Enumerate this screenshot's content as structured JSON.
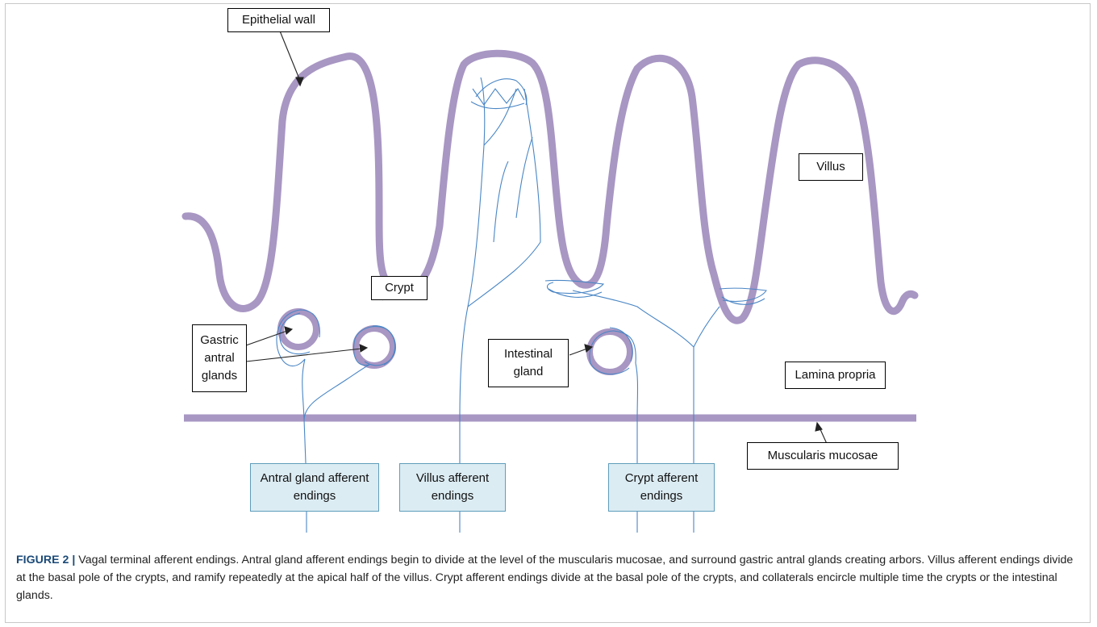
{
  "diagram": {
    "labels": {
      "epithelial_wall": "Epithelial wall",
      "villus": "Villus",
      "crypt": "Crypt",
      "gastric_antral_glands": "Gastric antral glands",
      "intestinal_gland": "Intestinal gland",
      "lamina_propria": "Lamina propria",
      "muscularis_mucosae": "Muscularis mucosae"
    },
    "endings": {
      "antral": "Antral gland afferent endings",
      "villus": "Villus afferent endings",
      "crypt": "Crypt afferent endings"
    },
    "colors": {
      "epithelium": "#a896c3",
      "nerve": "#4a86c5",
      "ending_box_fill": "#dcecf3",
      "ending_box_border": "#5f9dbb"
    }
  },
  "caption": {
    "title": "FIGURE 2 |",
    "text": "Vagal terminal afferent endings. Antral gland afferent endings begin to divide at the level of the muscularis mucosae, and surround gastric antral glands creating arbors. Villus afferent endings divide at the basal pole of the crypts, and ramify repeatedly at the apical half of the villus. Crypt afferent endings divide at the basal pole of the crypts, and collaterals encircle multiple time the crypts or the intestinal glands."
  }
}
